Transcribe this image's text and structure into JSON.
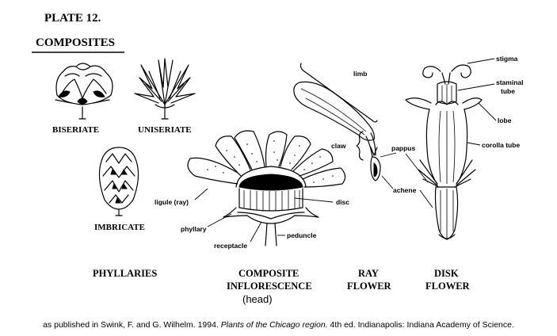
{
  "plate": {
    "number": "PLATE 12.",
    "title": "COMPOSITES"
  },
  "phyllaries": {
    "biseriate": "BISERIATE",
    "uniseriate": "UNISERIATE",
    "imbricate": "IMBRICATE",
    "caption": "PHYLLARIES"
  },
  "inflorescence": {
    "labels": {
      "ligule": "ligule (ray)",
      "disc": "disc",
      "phyllary": "phyllary",
      "receptacle": "receptacle",
      "peduncle": "peduncle"
    },
    "caption_line1": "COMPOSITE",
    "caption_line2": "INFLORESCENCE",
    "caption_line3": "(head)"
  },
  "ray_flower": {
    "labels": {
      "limb": "limb",
      "claw": "claw",
      "pappus": "pappus",
      "achene": "achene"
    },
    "caption_line1": "RAY",
    "caption_line2": "FLOWER"
  },
  "disk_flower": {
    "labels": {
      "stigma": "stigma",
      "staminal_tube_1": "staminal",
      "staminal_tube_2": "tube",
      "lobe": "lobe",
      "corolla_tube": "corolla tube"
    },
    "caption_line1": "DISK",
    "caption_line2": "FLOWER"
  },
  "citation": {
    "prefix": "as published in Swink, F. and G. Wilhelm. 1994. ",
    "book": "Plants of the Chicago region.",
    "suffix": " 4th ed. Indianapolis: Indiana Academy of Science."
  }
}
